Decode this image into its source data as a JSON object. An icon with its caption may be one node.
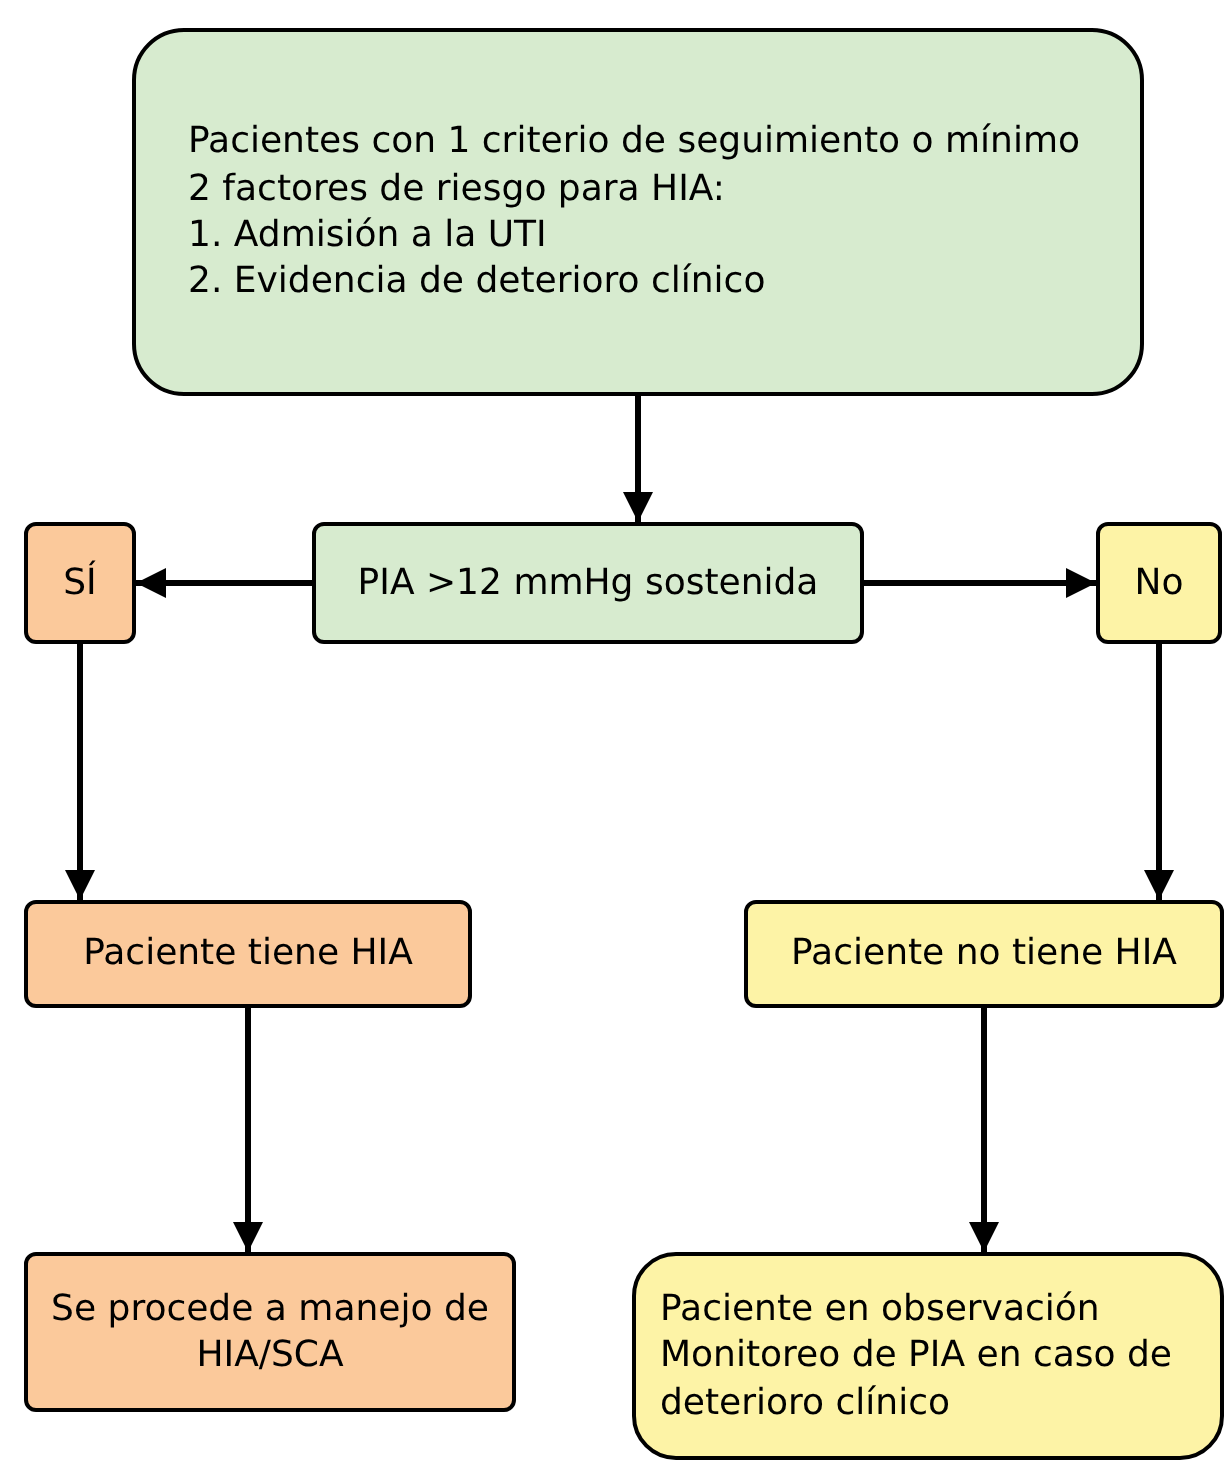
{
  "diagram": {
    "nodes": [
      {
        "text": [
          "Pacientes con 1 criterio de seguimiento o mínimo 2 factores de riesgo para HIA:",
          "1. Admisión a la UTI",
          "2. Evidencia de deterioro clínico"
        ]
      },
      {
        "text": [
          "PIA >12 mmHg sostenida"
        ]
      },
      {
        "text": [
          "SÍ"
        ]
      },
      {
        "text": [
          "No"
        ]
      },
      {
        "text": [
          "Paciente tiene HIA"
        ]
      },
      {
        "text": [
          "Paciente no tiene HIA"
        ]
      },
      {
        "text": [
          "Se procede a manejo de HIA/SCA"
        ]
      },
      {
        "text": [
          "Paciente en observación",
          "Monitoreo de PIA en caso de deterioro clínico"
        ]
      }
    ],
    "edges": [
      {
        "from": 0,
        "to": 1,
        "arrow": "to"
      },
      {
        "from": 1,
        "to": 2,
        "arrow": "to"
      },
      {
        "from": 1,
        "to": 3,
        "arrow": "to"
      },
      {
        "from": 2,
        "to": 4,
        "arrow": "to"
      },
      {
        "from": 3,
        "to": 5,
        "arrow": "to"
      },
      {
        "from": 4,
        "to": 6,
        "arrow": "to"
      },
      {
        "from": 5,
        "to": 7,
        "arrow": "to"
      }
    ]
  }
}
